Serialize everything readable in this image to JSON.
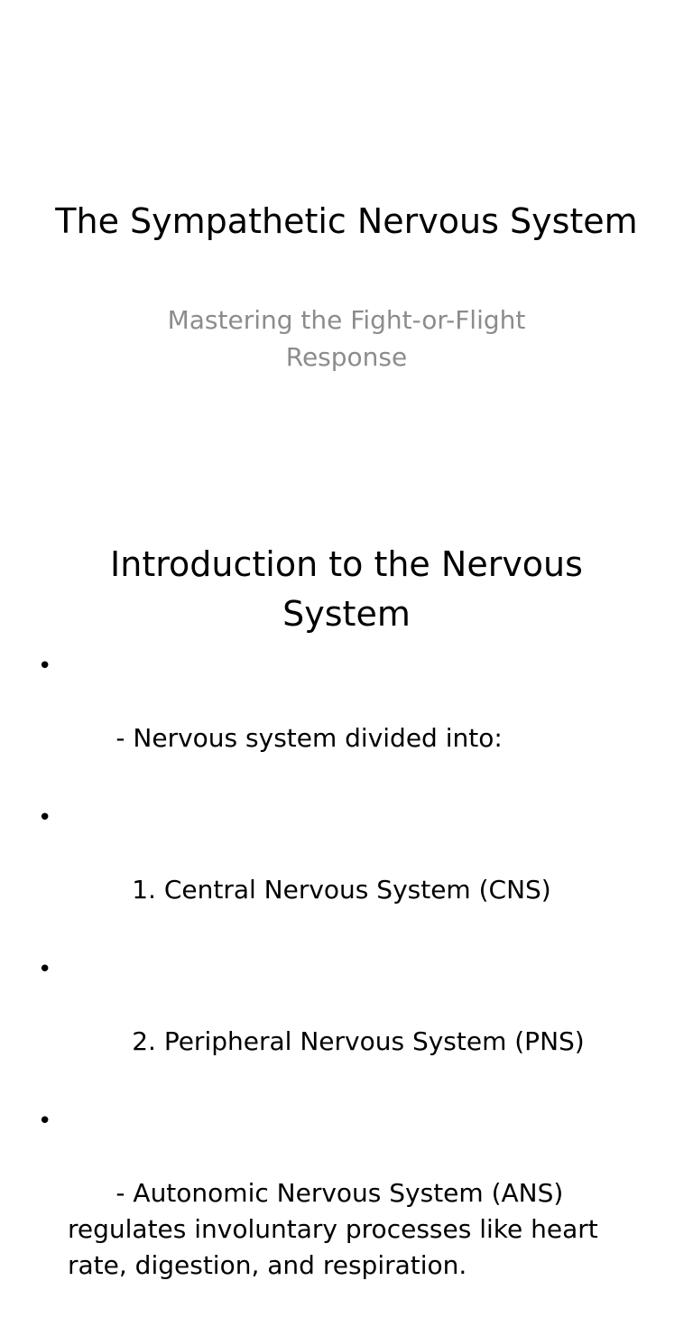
{
  "slides": [
    {
      "title": "The Sympathetic Nervous System",
      "subtitle": "Mastering the Fight-or-Flight Response"
    },
    {
      "title": "Introduction to the Nervous System",
      "bullet_symbol": "•",
      "bullets": [
        "- Nervous system divided into:",
        "  1. Central Nervous System (CNS)",
        "  2. Peripheral Nervous System (PNS)",
        "- Autonomic Nervous System (ANS) regulates involuntary processes like heart rate, digestion, and respiration."
      ]
    }
  ]
}
